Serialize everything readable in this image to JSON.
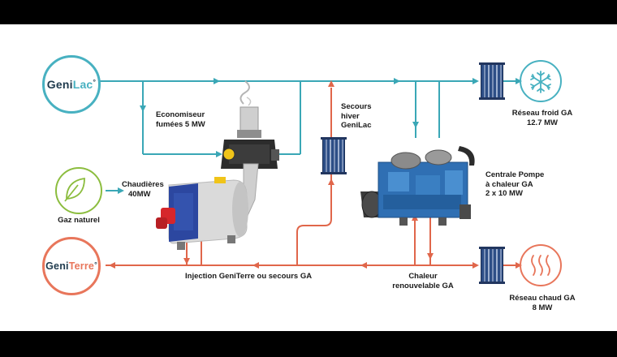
{
  "logos": {
    "genilac": {
      "main": "Geni",
      "accent": "Lac",
      "mark": "°"
    },
    "geniterre": {
      "main": "Geni",
      "accent": "Terre",
      "mark": "°"
    }
  },
  "labels": {
    "economiseur": [
      "Economiseur",
      "fumées 5 MW"
    ],
    "secours": [
      "Secours",
      "hiver",
      "GeniLac"
    ],
    "reseau_froid": [
      "Réseau froid GA",
      "12.7 MW"
    ],
    "chaudieres": [
      "Chaudières",
      "40MW"
    ],
    "gaz": "Gaz naturel",
    "centrale": [
      "Centrale Pompe",
      "à chaleur GA",
      "2 x 10 MW"
    ],
    "injection": "Injection GeniTerre ou secours GA",
    "chaleur": [
      "Chaleur",
      "renouvelable GA"
    ],
    "reseau_chaud": [
      "Réseau chaud GA",
      "8 MW"
    ]
  },
  "colors": {
    "blue_line": "#3aa7b6",
    "red_line": "#e0664a",
    "genilac_ring": "#48b1c1",
    "geniterre_ring": "#e8765b",
    "gas_ring": "#8cbd3f"
  },
  "icons": [
    "snowflake-icon",
    "heat-waves-icon",
    "leaf-icon",
    "heat-exchanger-icon",
    "boiler-icon",
    "heat-pump-icon",
    "economizer-icon"
  ]
}
